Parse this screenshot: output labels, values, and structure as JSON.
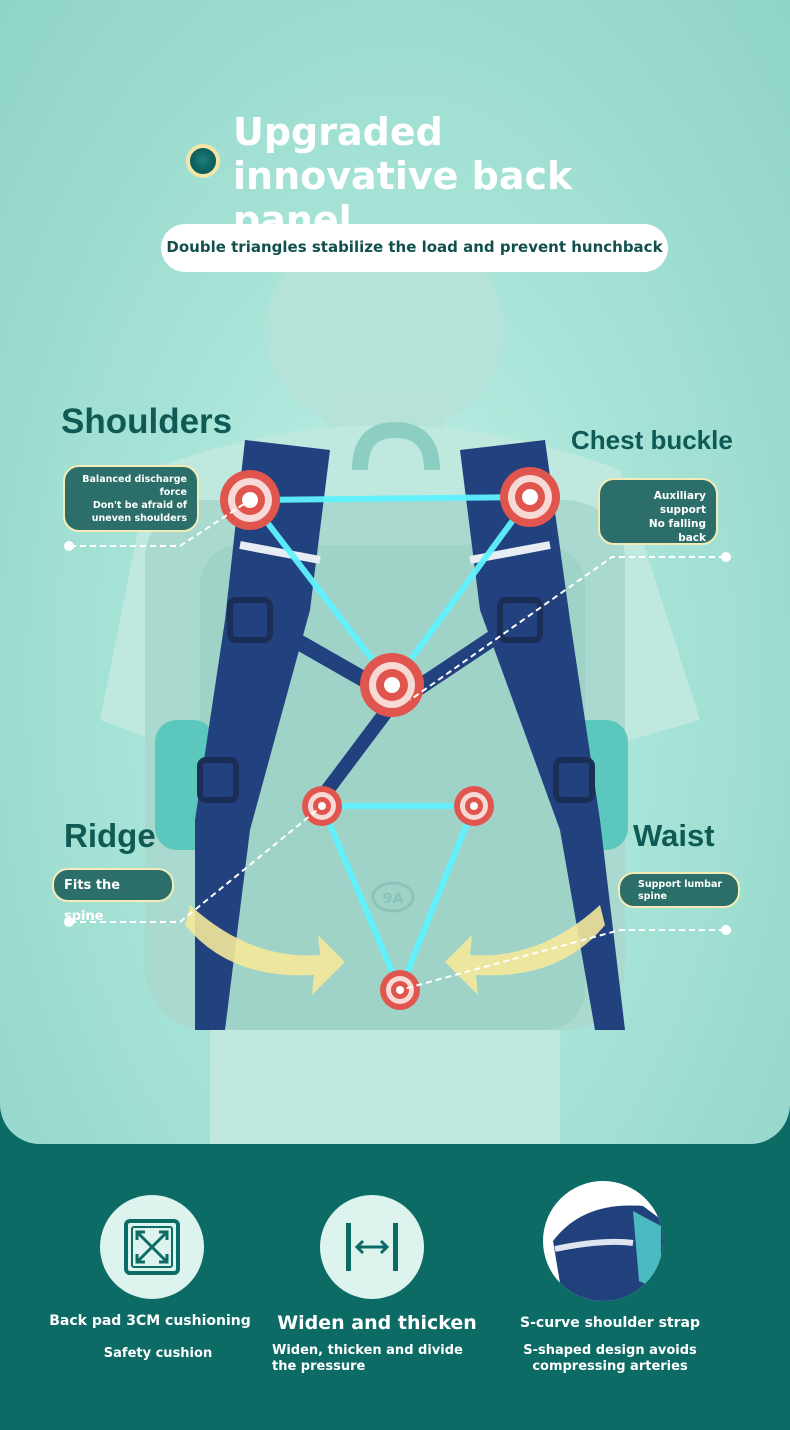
{
  "header": {
    "title": "Upgraded innovative back panel",
    "subtitle": "Double triangles stabilize the load and prevent hunchback"
  },
  "callouts": {
    "shoulders": {
      "label": "Shoulders",
      "lines": [
        "Balanced discharge",
        "force",
        "Don't be afraid of",
        "uneven shoulders"
      ]
    },
    "chest_buckle": {
      "label": "Chest buckle",
      "lines": [
        "Auxiliary support",
        "No falling",
        "back"
      ]
    },
    "ridge": {
      "label": "Ridge",
      "text": "Fits the spine"
    },
    "waist": {
      "label": "Waist",
      "text": "Support lumbar spine"
    }
  },
  "features": [
    {
      "icon": "expand-arrows-icon",
      "title": "Back pad 3CM cushioning",
      "subtitle": "Safety cushion"
    },
    {
      "icon": "width-arrow-icon",
      "title": "Widen and thicken",
      "subtitle": "Widen, thicken and divide the pressure"
    },
    {
      "icon": "shoulder-strap-photo",
      "title": "S-curve shoulder strap",
      "subtitle": "S-shaped design avoids compressing arteries"
    }
  ],
  "backpack": {
    "badge": "9A"
  },
  "colors": {
    "accent_dark": "#0d6b66",
    "panel_light": "#bfeee4",
    "strap_navy": "#1e3a78",
    "triangle_cyan": "#5ff2ff",
    "target_red": "#e0564e",
    "arrow_yellow": "#f4e89a"
  }
}
